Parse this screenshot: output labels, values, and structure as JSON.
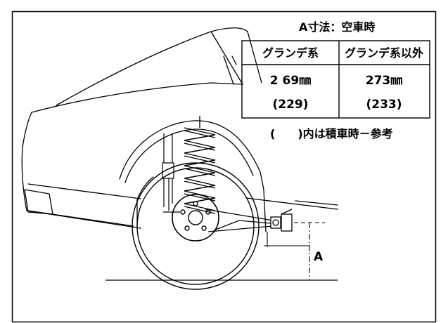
{
  "table": {
    "title": "A寸法：空車時",
    "headers": [
      "グランデ系",
      "グランデ系以外"
    ],
    "row1": [
      "2 69㎜",
      "273㎜"
    ],
    "row2": [
      "(229)",
      "(233)"
    ],
    "note": "(　　)内は積車時－参考"
  },
  "dimension_label": "A"
}
